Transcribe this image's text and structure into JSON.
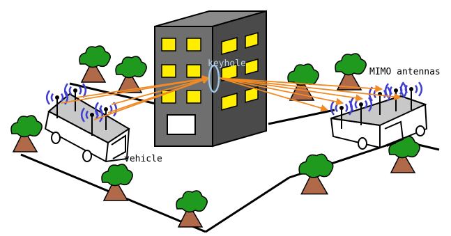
{
  "labels": {
    "keyhole": "keyhole",
    "mimo": "MIMO antennas",
    "vehicle": "vehicle"
  },
  "colors": {
    "building": "#6f6f6f",
    "building_side": "#4a4a4a",
    "window": "#ffee00",
    "ray": "#f08a24",
    "antenna_wave": "#3f3fd0",
    "keyhole_ring": "#9ec6e6",
    "foliage": "#1f9a1f",
    "trunk": "#b06a4a",
    "vehicle_roof": "#c8c8c8"
  }
}
